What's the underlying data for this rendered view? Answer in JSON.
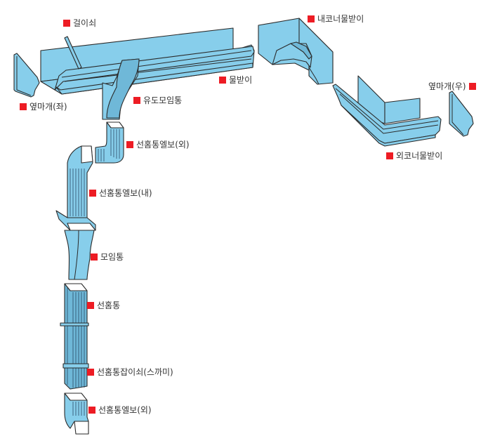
{
  "diagram": {
    "title": "",
    "marker_color": "#ed1c24",
    "part_color": "#87ceeb",
    "labels": {
      "hanger": "걸이쇠",
      "gutter": "물받이",
      "end_cap_left": "옆마개(좌)",
      "outlet": "유도모임통",
      "inner_corner": "내코너물받이",
      "end_cap_right": "옆마개(우)",
      "outer_corner": "외코너물받이",
      "elbow_outer_top": "선홈통엘보(외)",
      "elbow_inner": "선홈통엘보(내)",
      "collector": "모임통",
      "downpipe": "선홈통",
      "pipe_clamp": "선홈통잡이쇠(스까미)",
      "elbow_outer_bottom": "선홈통엘보(외)"
    }
  }
}
